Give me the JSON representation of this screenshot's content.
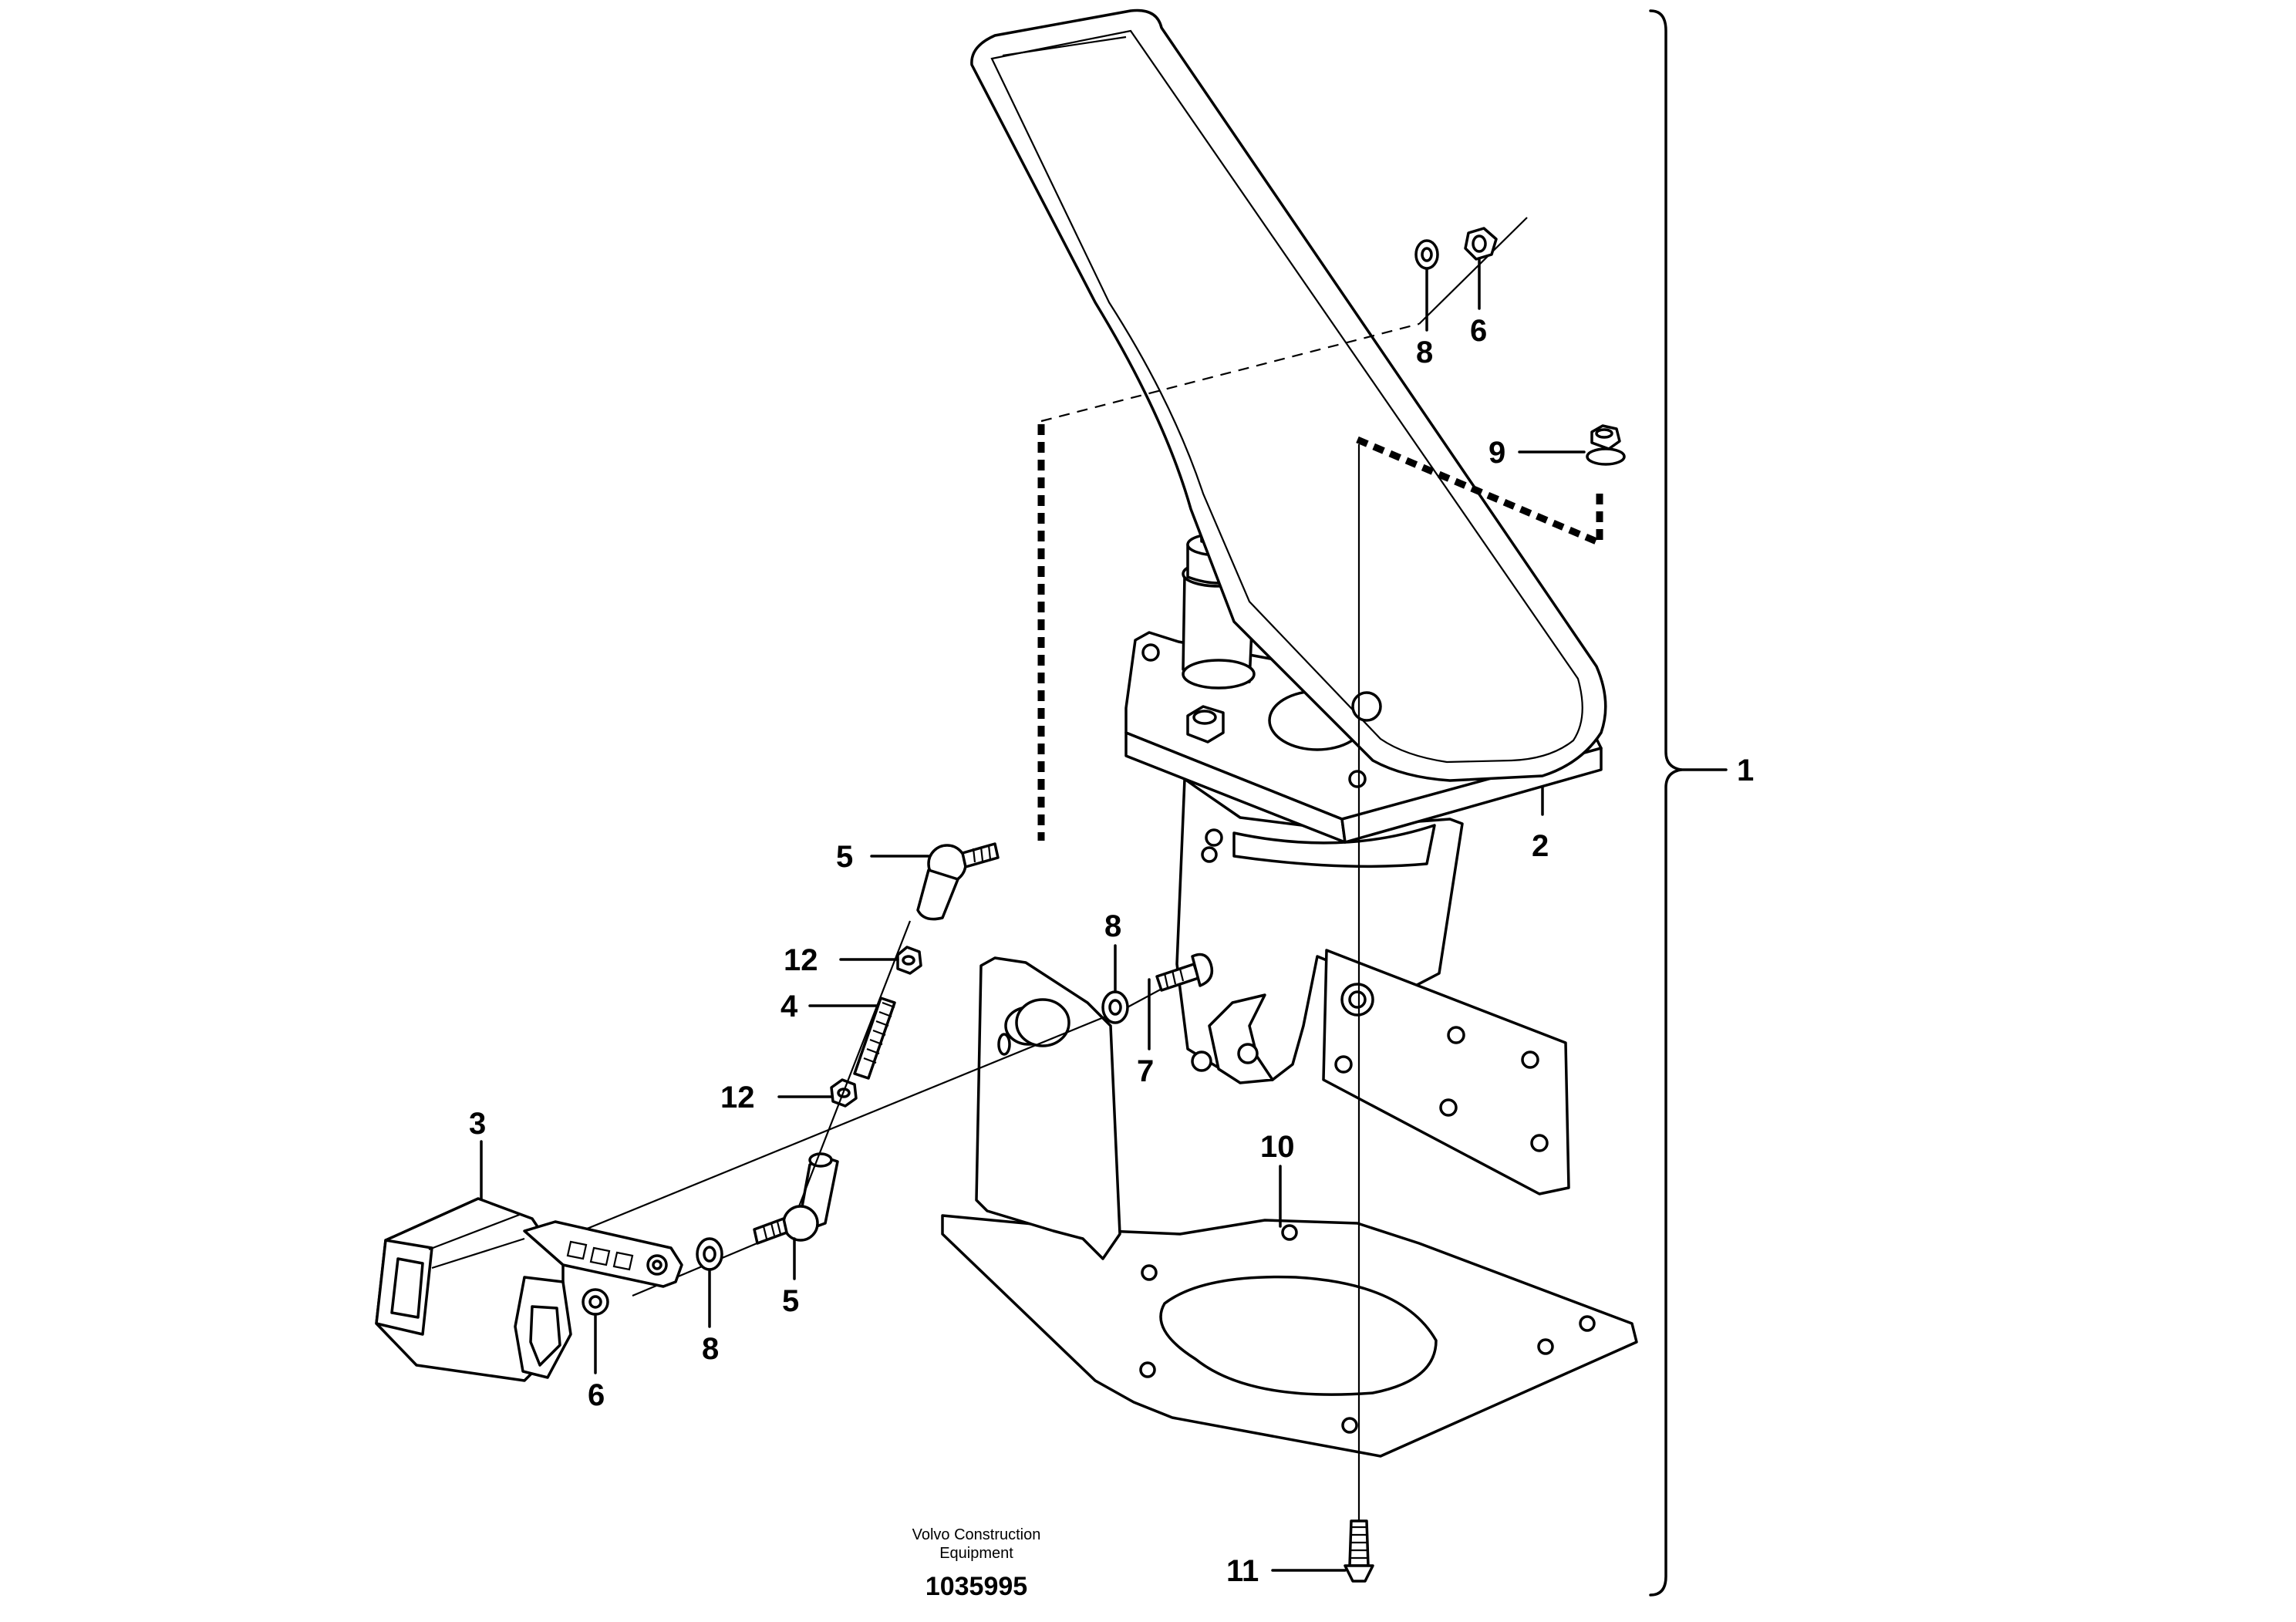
{
  "callouts": {
    "c1": "1",
    "c2": "2",
    "c3": "3",
    "c4": "4",
    "c5_top": "5",
    "c5_bottom": "5",
    "c6_top": "6",
    "c6_bottom": "6",
    "c7": "7",
    "c8_top": "8",
    "c8_mid": "8",
    "c8_bottom": "8",
    "c9": "9",
    "c10": "10",
    "c11": "11",
    "c12_top": "12",
    "c12_bottom": "12"
  },
  "footer": {
    "manufacturer_line1": "Volvo Construction",
    "manufacturer_line2": "Equipment",
    "figure_number": "1035995"
  }
}
